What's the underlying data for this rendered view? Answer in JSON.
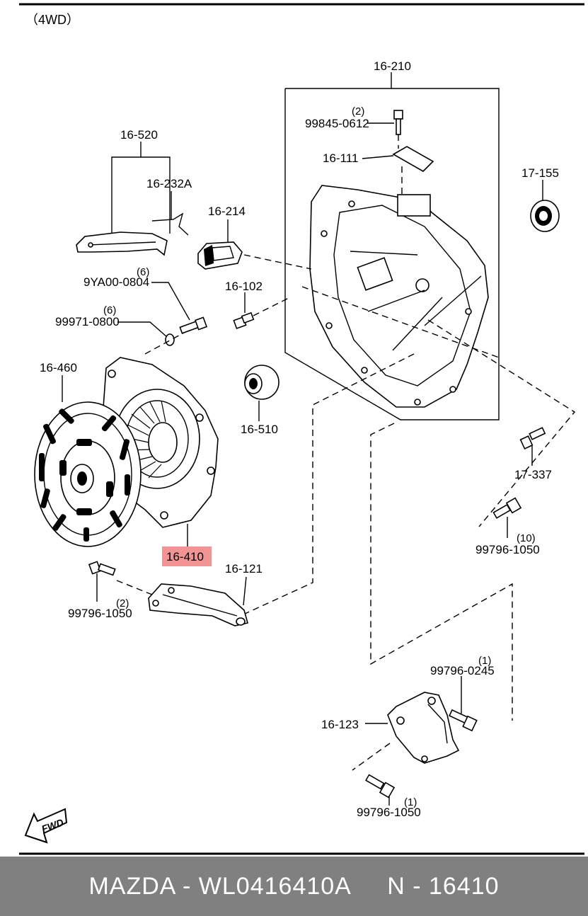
{
  "header": {
    "variant": "（4WD）"
  },
  "parts": {
    "p16_210": "16-210",
    "p99845_0612": "99845-0612",
    "q99845_0612": "(2)",
    "p16_111": "16-111",
    "p16_520": "16-520",
    "p16_232A": "16-232A",
    "p16_214": "16-214",
    "p17_155": "17-155",
    "p9YA00_0804": "9YA00-0804",
    "q9YA00_0804": "(6)",
    "p16_102": "16-102",
    "p99971_0800": "99971-0800",
    "q99971_0800": "(6)",
    "p16_460": "16-460",
    "p16_510": "16-510",
    "p17_337": "17-337",
    "p99796_1050_r": "99796-1050",
    "q99796_1050_r": "(10)",
    "p16_410": "16-410",
    "p16_121": "16-121",
    "p99796_1050_l": "99796-1050",
    "q99796_1050_l": "(2)",
    "p99796_0245": "99796-0245",
    "q99796_0245": "(1)",
    "p16_123": "16-123",
    "p99796_1050_b": "99796-1050",
    "q99796_1050_b": "(1)"
  },
  "fwd": "FWD",
  "footer": {
    "caption": "MAZDA - WL0416410A     N - 16410"
  },
  "colors": {
    "highlight": "#f39494",
    "footer_bg": "#808080",
    "footer_text": "#ffffff"
  }
}
